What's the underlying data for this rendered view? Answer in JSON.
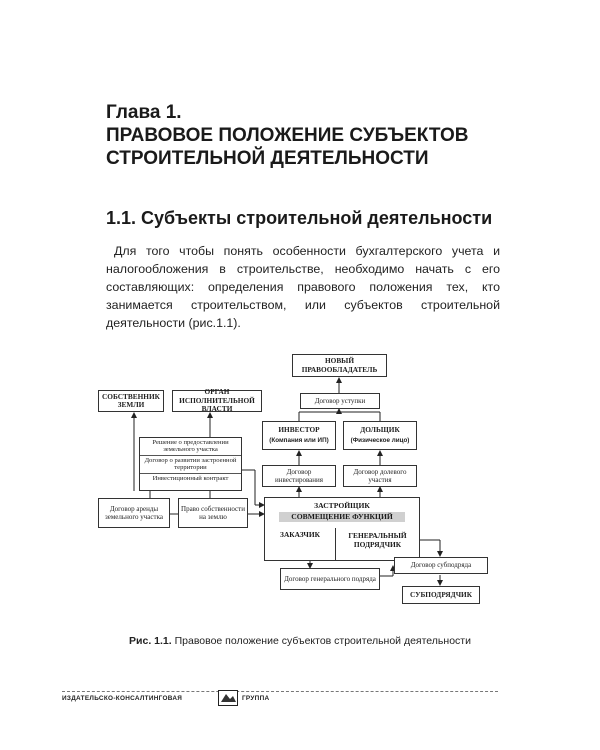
{
  "chapter": {
    "number": "Глава 1.",
    "title_line1": "ПРАВОВОЕ ПОЛОЖЕНИЕ СУБЪЕКТОВ",
    "title_line2": "СТРОИТЕЛЬНОЙ ДЕЯТЕЛЬНОСТИ"
  },
  "section": {
    "title": "1.1. Субъекты строительной деятельности"
  },
  "paragraph": "Для того чтобы понять особенности бухгалтерского учета и налогообложения в строительстве, необходимо начать с его составляющих: определения правового положения тех, кто занимается строительством, или субъектов строительной деятельности (рис.1.1).",
  "diagram": {
    "new_owner": "НОВЫЙ ПРАВООБЛАДАТЕЛЬ",
    "land_owner": "СОБСТВЕННИК ЗЕМЛИ",
    "executive_authority": "ОРГАН ИСПОЛНИТЕЛЬНОЙ ВЛАСТИ",
    "assignment_contract": "Договор уступки",
    "investor": "ИНВЕСТОР",
    "investor_note": "(Компания или ИП)",
    "equity_holder": "ДОЛЬЩИК",
    "equity_holder_note": "(Физическое лицо)",
    "stack": [
      "Решение о предоставлении земельного участка",
      "Договор о развитии застроенной территории",
      "Инвестиционный контракт"
    ],
    "investment_contract": "Договор инвестирования",
    "equity_contract": "Договор долевого участия",
    "land_lease": "Договор аренды земельного участка",
    "land_right": "Право собственности на землю",
    "developer": "ЗАСТРОЙЩИК",
    "combination": "СОВМЕЩЕНИЕ ФУНКЦИЙ",
    "customer": "ЗАКАЗЧИК",
    "general_contractor": "ГЕНЕРАЛЬНЫЙ ПОДРЯДЧИК",
    "general_contract": "Договор генерального подряда",
    "subcontract": "Договор субподряда",
    "subcontractor": "СУБПОДРЯДЧИК"
  },
  "caption": {
    "label": "Рис. 1.1.",
    "text": " Правовое положение субъектов строительной деятельности"
  },
  "footer": {
    "left": "ИЗДАТЕЛЬСКО-КОНСАЛТИНГОВАЯ",
    "right": "ГРУППА"
  }
}
